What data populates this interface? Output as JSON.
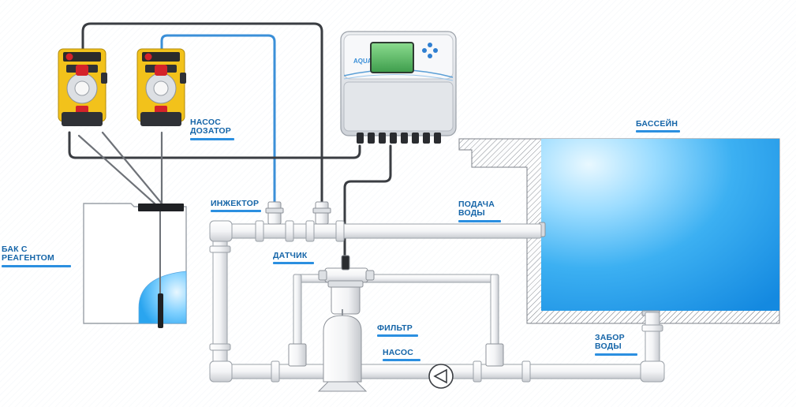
{
  "labels": {
    "pump_doser": "НАСОС\nДОЗАТОР",
    "tank": "БАК С\nРЕАГЕНТОМ",
    "injector": "ИНЖЕКТОР",
    "sensor": "ДАТЧИК",
    "filter": "ФИЛЬТР",
    "pump": "НАСОС",
    "water_supply": "ПОДАЧА\nВОДЫ",
    "water_intake": "ЗАБОР\nВОДЫ",
    "pool": "БАССЕЙН"
  },
  "controller": {
    "logo_text": "AQUA"
  },
  "colors": {
    "label": "#1565a8",
    "underline": "#2b8fe0",
    "cable_dark": "#3a3d42",
    "cable_blue": "#3a8fd8",
    "pump_yellow": "#f2c21b",
    "pool_water": "#2aa9f0"
  }
}
